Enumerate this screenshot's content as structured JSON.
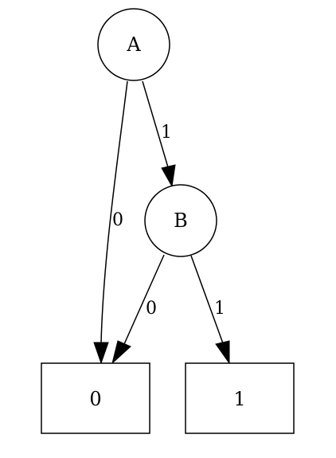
{
  "diagram": {
    "nodes": {
      "a": {
        "label": "A",
        "shape": "circle"
      },
      "b": {
        "label": "B",
        "shape": "circle"
      },
      "zero": {
        "label": "0",
        "shape": "box"
      },
      "one": {
        "label": "1",
        "shape": "box"
      }
    },
    "edges": {
      "a_to_zero": {
        "from": "A",
        "to": "0",
        "label": "0"
      },
      "a_to_b": {
        "from": "A",
        "to": "B",
        "label": "1"
      },
      "b_to_zero": {
        "from": "B",
        "to": "0",
        "label": "0"
      },
      "b_to_one": {
        "from": "B",
        "to": "1",
        "label": "1"
      }
    }
  },
  "colors": {
    "stroke": "#000000",
    "background": "#ffffff"
  }
}
